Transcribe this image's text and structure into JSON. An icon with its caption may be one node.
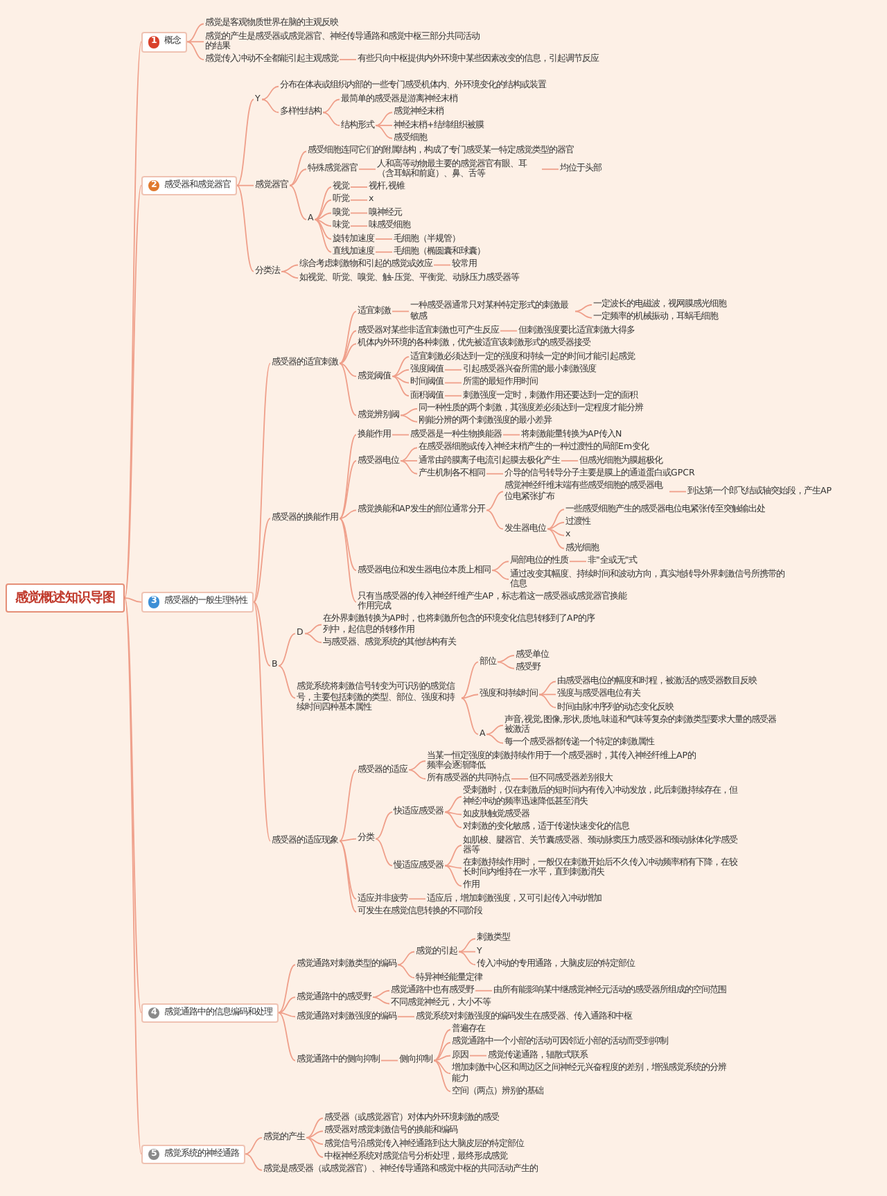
{
  "diagram": {
    "nodes": [
      {
        "text": [
          "感觉概述知识导图"
        ]
      },
      {
        "text": [
          "1",
          "概念"
        ]
      },
      {
        "text": [
          "感觉是客观物质世界在脑的主观反映"
        ]
      },
      {
        "text": [
          "感觉的产生是感受器或感觉器官、神经传导通路和感觉中枢三部分共同活动的结果"
        ]
      },
      {
        "text": [
          "感觉传入冲动不全都能引起主观感觉"
        ]
      },
      {
        "text": [
          "有些只向中枢提供内外环境中某些因素改变的信息，引起调节反应"
        ]
      },
      {
        "text": [
          "2",
          "感受器和感觉器官"
        ]
      },
      {
        "text": [
          "Y"
        ]
      },
      {
        "text": [
          "分布在体表或组织内部的一些专门感受机体内、外环境变化的结构或装置"
        ]
      },
      {
        "text": [
          "多样性结构"
        ]
      },
      {
        "text": [
          "最简单的感受器是游离神经末梢"
        ]
      },
      {
        "text": [
          "结构形式"
        ]
      },
      {
        "text": [
          "感觉神经末梢"
        ]
      },
      {
        "text": [
          "神经末梢+结缔组织被膜"
        ]
      },
      {
        "text": [
          "感受细胞"
        ]
      },
      {
        "text": [
          "感觉器官"
        ]
      },
      {
        "text": [
          "感受细胞连同它们的附属结构，构成了专门感受某一特定感觉类型的器官"
        ]
      },
      {
        "text": [
          "特殊感觉器官"
        ]
      },
      {
        "text": [
          "人和高等动物最主要的感觉器官有眼、耳（含耳蜗和前庭）、鼻、舌等"
        ]
      },
      {
        "text": [
          "均位于头部"
        ]
      },
      {
        "text": [
          "A"
        ]
      },
      {
        "text": [
          "视觉"
        ]
      },
      {
        "text": [
          "视杆,视锥"
        ]
      },
      {
        "text": [
          "听觉"
        ]
      },
      {
        "text": [
          "x"
        ]
      },
      {
        "text": [
          "嗅觉"
        ]
      },
      {
        "text": [
          "嗅神经元"
        ]
      },
      {
        "text": [
          "味觉"
        ]
      },
      {
        "text": [
          "味感受细胞"
        ]
      },
      {
        "text": [
          "旋转加速度"
        ]
      },
      {
        "text": [
          "毛细胞（半规管）"
        ]
      },
      {
        "text": [
          "直线加速度"
        ]
      },
      {
        "text": [
          "毛细胞（椭圆囊和球囊）"
        ]
      },
      {
        "text": [
          "分类法"
        ]
      },
      {
        "text": [
          "综合考虑刺激物和引起的感觉或效应"
        ]
      },
      {
        "text": [
          "较常用"
        ]
      },
      {
        "text": [
          "如视觉、听觉、嗅觉、触-压觉、平衡觉、动脉压力感受器等"
        ]
      },
      {
        "text": [
          "3",
          "感受器的一般生理特性"
        ]
      },
      {
        "text": [
          "感受器的适宜刺激"
        ]
      },
      {
        "text": [
          "适宜刺激"
        ]
      },
      {
        "text": [
          "一种感受器通常只对某种特定形式的刺激最敏感"
        ]
      },
      {
        "text": [
          "一定波长的电磁波，视网膜感光细胞"
        ]
      },
      {
        "text": [
          "一定频率的机械振动，耳蜗毛细胞"
        ]
      },
      {
        "text": [
          "感受器对某些非适宜刺激也可产生反应"
        ]
      },
      {
        "text": [
          "但刺激强度要比适宜刺激大得多"
        ]
      },
      {
        "text": [
          "机体内外环境的各种刺激，优先被适宜该刺激形式的感受器接受"
        ]
      },
      {
        "text": [
          "感觉阈值"
        ]
      },
      {
        "text": [
          "适宜刺激必须达到一定的强度和持续一定的时间才能引起感觉"
        ]
      },
      {
        "text": [
          "强度阈值"
        ]
      },
      {
        "text": [
          "引起感受器兴奋所需的最小刺激强度"
        ]
      },
      {
        "text": [
          "时间阈值"
        ]
      },
      {
        "text": [
          "所需的最短作用时间"
        ]
      },
      {
        "text": [
          "面积阈值"
        ]
      },
      {
        "text": [
          "刺激强度一定时，刺激作用还要达到一定的面积"
        ]
      },
      {
        "text": [
          "感觉辨别阈"
        ]
      },
      {
        "text": [
          "同一种性质的两个刺激，其强度差必须达到一定程度才能分辨"
        ]
      },
      {
        "text": [
          "刚能分辨的两个刺激强度的最小差异"
        ]
      },
      {
        "text": [
          "感受器的换能作用"
        ]
      },
      {
        "text": [
          "换能作用"
        ]
      },
      {
        "text": [
          "感受器是一种生物换能器"
        ]
      },
      {
        "text": [
          "将刺激能量转换为AP传入N"
        ]
      },
      {
        "text": [
          "感受器电位"
        ]
      },
      {
        "text": [
          "在感受器细胞或传入神经末梢产生的一种过渡性的局部Em变化"
        ]
      },
      {
        "text": [
          "通常由跨膜离子电流引起膜去极化产生"
        ]
      },
      {
        "text": [
          "但感光细胞为膜超极化"
        ]
      },
      {
        "text": [
          "产生机制各不相同"
        ]
      },
      {
        "text": [
          "介导的信号转导分子主要是膜上的通道蛋白或GPCR"
        ]
      },
      {
        "text": [
          "感觉换能和AP发生的部位通常分开"
        ]
      },
      {
        "text": [
          "感觉神经纤维末端有些感受细胞的感受器电位电紧张扩布"
        ]
      },
      {
        "text": [
          "到达第一个郎飞结或轴突始段，产生AP"
        ]
      },
      {
        "text": [
          "发生器电位"
        ]
      },
      {
        "text": [
          "一些感受细胞产生的感受器电位电紧张传至突触输出处"
        ]
      },
      {
        "text": [
          "过渡性"
        ]
      },
      {
        "text": [
          "x"
        ]
      },
      {
        "text": [
          "感光细胞"
        ]
      },
      {
        "text": [
          "感受器电位和发生器电位本质上相同"
        ]
      },
      {
        "text": [
          "局部电位的性质"
        ]
      },
      {
        "text": [
          "非\"全或无\"式"
        ]
      },
      {
        "text": [
          "通过改变其幅度、持续时间和波动方向，真实地转导外界刺激信号所携带的信息"
        ]
      },
      {
        "text": [
          "只有当感受器的传入神经纤维产生AP，标志着这一感受器或感觉器官换能作用完成"
        ]
      },
      {
        "text": [
          "B"
        ]
      },
      {
        "text": [
          "D"
        ]
      },
      {
        "text": [
          "在外界刺激转换为AP时，也将刺激所包含的环境变化信息转移到了AP的序列中，起信息的转移作用"
        ]
      },
      {
        "text": [
          "与感受器、感觉系统的其他结构有关"
        ]
      },
      {
        "text": [
          "感觉系统将刺激信号转变为可识别的感觉信号，主要包括刺激的类型、部位、强度和持续时间四种基本属性"
        ]
      },
      {
        "text": [
          "部位"
        ]
      },
      {
        "text": [
          "感受单位"
        ]
      },
      {
        "text": [
          "感受野"
        ]
      },
      {
        "text": [
          "强度和持续时间"
        ]
      },
      {
        "text": [
          "由感受器电位的幅度和时程，被激活的感受器数目反映"
        ]
      },
      {
        "text": [
          "强度与感受器电位有关"
        ]
      },
      {
        "text": [
          "时间由脉冲序列的动态变化反映"
        ]
      },
      {
        "text": [
          "A"
        ]
      },
      {
        "text": [
          "声音,视觉,图像,形状,质地,味道和气味等复杂的刺激类型要求大量的感受器被激活"
        ]
      },
      {
        "text": [
          "每一个感受器都传递一个特定的刺激属性"
        ]
      },
      {
        "text": [
          "感受器的适应现象"
        ]
      },
      {
        "text": [
          "感受器的适应"
        ]
      },
      {
        "text": [
          "当某一恒定强度的刺激持续作用于一个感受器时，其传入神经纤维上AP的频率会逐渐降低"
        ]
      },
      {
        "text": [
          "所有感受器的共同特点"
        ]
      },
      {
        "text": [
          "但不同感受器差别很大"
        ]
      },
      {
        "text": [
          "分类"
        ]
      },
      {
        "text": [
          "快适应感受器"
        ]
      },
      {
        "text": [
          "受刺激时，仅在刺激后的短时间内有传入冲动发放，此后刺激持续存在，但神经冲动的频率迅速降低甚至消失"
        ]
      },
      {
        "text": [
          "如皮肤触觉感受器"
        ]
      },
      {
        "text": [
          "对刺激的变化敏感，适于传递快速变化的信息"
        ]
      },
      {
        "text": [
          "慢适应感受器"
        ]
      },
      {
        "text": [
          "如肌梭、腱器官、关节囊感受器、颈动脉窦压力感受器和颈动脉体化学感受器等"
        ]
      },
      {
        "text": [
          "在刺激持续作用时，一般仅在刺激开始后不久传入冲动频率稍有下降，在较长时间内维持在一水平，直到刺激消失"
        ]
      },
      {
        "text": [
          "作用"
        ]
      },
      {
        "text": [
          "适应并非疲劳"
        ]
      },
      {
        "text": [
          "适应后，增加刺激强度，又可引起传入冲动增加"
        ]
      },
      {
        "text": [
          "可发生在感觉信息转换的不同阶段"
        ]
      },
      {
        "text": [
          "4",
          "感觉通路中的信息编码和处理"
        ]
      },
      {
        "text": [
          "感觉通路对刺激类型的编码"
        ]
      },
      {
        "text": [
          "感觉的引起"
        ]
      },
      {
        "text": [
          "刺激类型"
        ]
      },
      {
        "text": [
          "Y"
        ]
      },
      {
        "text": [
          "传入冲动的专用通路，大脑皮层的特定部位"
        ]
      },
      {
        "text": [
          "特异神经能量定律"
        ]
      },
      {
        "text": [
          "感觉通路中的感受野"
        ]
      },
      {
        "text": [
          "感觉通路中也有感受野"
        ]
      },
      {
        "text": [
          "由所有能影响某中继感觉神经元活动的感受器所组成的空间范围"
        ]
      },
      {
        "text": [
          "不同感觉神经元，大小不等"
        ]
      },
      {
        "text": [
          "感觉通路对刺激强度的编码"
        ]
      },
      {
        "text": [
          "感觉系统对刺激强度的编码发生在感受器、传入通路和中枢"
        ]
      },
      {
        "text": [
          "感觉通路中的侧向抑制"
        ]
      },
      {
        "text": [
          "侧向抑制"
        ]
      },
      {
        "text": [
          "普遍存在"
        ]
      },
      {
        "text": [
          "感觉通路中一个小部的活动可因邻近小部的活动而受到抑制"
        ]
      },
      {
        "text": [
          "原因"
        ]
      },
      {
        "text": [
          "感觉传递通路，辐散式联系"
        ]
      },
      {
        "text": [
          "增加刺激中心区和周边区之间神经元兴奋程度的差别，增强感觉系统的分辨能力"
        ]
      },
      {
        "text": [
          "空间（两点）辨别的基础"
        ]
      },
      {
        "text": [
          "5",
          "感觉系统的神经通路"
        ]
      },
      {
        "text": [
          "感觉的产生"
        ]
      },
      {
        "text": [
          "感受器（或感觉器官）对体内外环境刺激的感受"
        ]
      },
      {
        "text": [
          "感受器对感觉刺激信号的换能和编码"
        ]
      },
      {
        "text": [
          "感觉信号沿感觉传入神经通路到达大脑皮层的特定部位"
        ]
      },
      {
        "text": [
          "中枢神经系统对感觉信号分析处理，最终形成感觉"
        ]
      },
      {
        "text": [
          "感觉是感受器（或感觉器官）、神经传导通路和感觉中枢的共同活动产生的"
        ]
      }
    ],
    "edges": [
      {
        "from": 0,
        "to": 1,
        "arrow": "none"
      },
      {
        "from": 1,
        "to": 2,
        "arrow": "none"
      },
      {
        "from": 1,
        "to": 3,
        "arrow": "none"
      },
      {
        "from": 1,
        "to": 4,
        "arrow": "none"
      },
      {
        "from": 4,
        "to": 5,
        "arrow": "none"
      },
      {
        "from": 0,
        "to": 6,
        "arrow": "none"
      },
      {
        "from": 6,
        "to": 7,
        "arrow": "none"
      },
      {
        "from": 7,
        "to": 8,
        "arrow": "none"
      },
      {
        "from": 7,
        "to": 9,
        "arrow": "none"
      },
      {
        "from": 9,
        "to": 10,
        "arrow": "none"
      },
      {
        "from": 9,
        "to": 11,
        "arrow": "none"
      },
      {
        "from": 11,
        "to": 12,
        "arrow": "none"
      },
      {
        "from": 11,
        "to": 13,
        "arrow": "none"
      },
      {
        "from": 11,
        "to": 14,
        "arrow": "none"
      },
      {
        "from": 6,
        "to": 15,
        "arrow": "none"
      },
      {
        "from": 15,
        "to": 16,
        "arrow": "none"
      },
      {
        "from": 15,
        "to": 17,
        "arrow": "none"
      },
      {
        "from": 17,
        "to": 18,
        "arrow": "none"
      },
      {
        "from": 18,
        "to": 19,
        "arrow": "none"
      },
      {
        "from": 15,
        "to": 20,
        "arrow": "none"
      },
      {
        "from": 20,
        "to": 21,
        "arrow": "none"
      },
      {
        "from": 21,
        "to": 22,
        "arrow": "none"
      },
      {
        "from": 20,
        "to": 23,
        "arrow": "none"
      },
      {
        "from": 23,
        "to": 24,
        "arrow": "none"
      },
      {
        "from": 20,
        "to": 25,
        "arrow": "none"
      },
      {
        "from": 25,
        "to": 26,
        "arrow": "none"
      },
      {
        "from": 20,
        "to": 27,
        "arrow": "none"
      },
      {
        "from": 27,
        "to": 28,
        "arrow": "none"
      },
      {
        "from": 20,
        "to": 29,
        "arrow": "none"
      },
      {
        "from": 29,
        "to": 30,
        "arrow": "none"
      },
      {
        "from": 20,
        "to": 31,
        "arrow": "none"
      },
      {
        "from": 31,
        "to": 32,
        "arrow": "none"
      },
      {
        "from": 6,
        "to": 33,
        "arrow": "none"
      },
      {
        "from": 33,
        "to": 34,
        "arrow": "none"
      },
      {
        "from": 34,
        "to": 35,
        "arrow": "none"
      },
      {
        "from": 33,
        "to": 36,
        "arrow": "none"
      },
      {
        "from": 0,
        "to": 37,
        "arrow": "none"
      },
      {
        "from": 37,
        "to": 38,
        "arrow": "none"
      },
      {
        "from": 38,
        "to": 39,
        "arrow": "none"
      },
      {
        "from": 39,
        "to": 40,
        "arrow": "none"
      },
      {
        "from": 40,
        "to": 41,
        "arrow": "none"
      },
      {
        "from": 40,
        "to": 42,
        "arrow": "none"
      },
      {
        "from": 38,
        "to": 43,
        "arrow": "none"
      },
      {
        "from": 43,
        "to": 44,
        "arrow": "none"
      },
      {
        "from": 38,
        "to": 45,
        "arrow": "none"
      },
      {
        "from": 38,
        "to": 46,
        "arrow": "none"
      },
      {
        "from": 46,
        "to": 47,
        "arrow": "none"
      },
      {
        "from": 46,
        "to": 48,
        "arrow": "none"
      },
      {
        "from": 48,
        "to": 49,
        "arrow": "none"
      },
      {
        "from": 46,
        "to": 50,
        "arrow": "none"
      },
      {
        "from": 50,
        "to": 51,
        "arrow": "none"
      },
      {
        "from": 46,
        "to": 52,
        "arrow": "none"
      },
      {
        "from": 52,
        "to": 53,
        "arrow": "none"
      },
      {
        "from": 38,
        "to": 54,
        "arrow": "none"
      },
      {
        "from": 54,
        "to": 55,
        "arrow": "none"
      },
      {
        "from": 54,
        "to": 56,
        "arrow": "none"
      },
      {
        "from": 37,
        "to": 57,
        "arrow": "none"
      },
      {
        "from": 57,
        "to": 58,
        "arrow": "none"
      },
      {
        "from": 58,
        "to": 59,
        "arrow": "none"
      },
      {
        "from": 59,
        "to": 60,
        "arrow": "none"
      },
      {
        "from": 57,
        "to": 61,
        "arrow": "none"
      },
      {
        "from": 61,
        "to": 62,
        "arrow": "none"
      },
      {
        "from": 61,
        "to": 63,
        "arrow": "none"
      },
      {
        "from": 63,
        "to": 64,
        "arrow": "none"
      },
      {
        "from": 61,
        "to": 65,
        "arrow": "none"
      },
      {
        "from": 65,
        "to": 66,
        "arrow": "none"
      },
      {
        "from": 57,
        "to": 67,
        "arrow": "none"
      },
      {
        "from": 67,
        "to": 68,
        "arrow": "none"
      },
      {
        "from": 68,
        "to": 69,
        "arrow": "none"
      },
      {
        "from": 67,
        "to": 70,
        "arrow": "none"
      },
      {
        "from": 70,
        "to": 71,
        "arrow": "none"
      },
      {
        "from": 70,
        "to": 72,
        "arrow": "none"
      },
      {
        "from": 70,
        "to": 73,
        "arrow": "none"
      },
      {
        "from": 70,
        "to": 74,
        "arrow": "none"
      },
      {
        "from": 57,
        "to": 75,
        "arrow": "none"
      },
      {
        "from": 75,
        "to": 76,
        "arrow": "none"
      },
      {
        "from": 76,
        "to": 77,
        "arrow": "none"
      },
      {
        "from": 75,
        "to": 78,
        "arrow": "none"
      },
      {
        "from": 57,
        "to": 79,
        "arrow": "none"
      },
      {
        "from": 37,
        "to": 80,
        "arrow": "none"
      },
      {
        "from": 80,
        "to": 81,
        "arrow": "none"
      },
      {
        "from": 81,
        "to": 82,
        "arrow": "none"
      },
      {
        "from": 81,
        "to": 83,
        "arrow": "none"
      },
      {
        "from": 80,
        "to": 84,
        "arrow": "none"
      },
      {
        "from": 84,
        "to": 85,
        "arrow": "none"
      },
      {
        "from": 85,
        "to": 86,
        "arrow": "none"
      },
      {
        "from": 85,
        "to": 87,
        "arrow": "none"
      },
      {
        "from": 84,
        "to": 88,
        "arrow": "none"
      },
      {
        "from": 88,
        "to": 89,
        "arrow": "none"
      },
      {
        "from": 88,
        "to": 90,
        "arrow": "none"
      },
      {
        "from": 88,
        "to": 91,
        "arrow": "none"
      },
      {
        "from": 84,
        "to": 92,
        "arrow": "none"
      },
      {
        "from": 92,
        "to": 93,
        "arrow": "none"
      },
      {
        "from": 92,
        "to": 94,
        "arrow": "none"
      },
      {
        "from": 37,
        "to": 95,
        "arrow": "none"
      },
      {
        "from": 95,
        "to": 96,
        "arrow": "none"
      },
      {
        "from": 96,
        "to": 97,
        "arrow": "none"
      },
      {
        "from": 96,
        "to": 98,
        "arrow": "none"
      },
      {
        "from": 98,
        "to": 99,
        "arrow": "none"
      },
      {
        "from": 95,
        "to": 100,
        "arrow": "none"
      },
      {
        "from": 100,
        "to": 101,
        "arrow": "none"
      },
      {
        "from": 101,
        "to": 102,
        "arrow": "none"
      },
      {
        "from": 101,
        "to": 103,
        "arrow": "none"
      },
      {
        "from": 101,
        "to": 104,
        "arrow": "none"
      },
      {
        "from": 100,
        "to": 105,
        "arrow": "none"
      },
      {
        "from": 105,
        "to": 106,
        "arrow": "none"
      },
      {
        "from": 105,
        "to": 107,
        "arrow": "none"
      },
      {
        "from": 105,
        "to": 108,
        "arrow": "none"
      },
      {
        "from": 95,
        "to": 109,
        "arrow": "none"
      },
      {
        "from": 109,
        "to": 110,
        "arrow": "none"
      },
      {
        "from": 95,
        "to": 111,
        "arrow": "none"
      },
      {
        "from": 0,
        "to": 112,
        "arrow": "none"
      },
      {
        "from": 112,
        "to": 113,
        "arrow": "none"
      },
      {
        "from": 113,
        "to": 114,
        "arrow": "none"
      },
      {
        "from": 114,
        "to": 115,
        "arrow": "none"
      },
      {
        "from": 114,
        "to": 116,
        "arrow": "none"
      },
      {
        "from": 114,
        "to": 117,
        "arrow": "none"
      },
      {
        "from": 113,
        "to": 118,
        "arrow": "none"
      },
      {
        "from": 112,
        "to": 119,
        "arrow": "none"
      },
      {
        "from": 119,
        "to": 120,
        "arrow": "none"
      },
      {
        "from": 120,
        "to": 121,
        "arrow": "none"
      },
      {
        "from": 119,
        "to": 122,
        "arrow": "none"
      },
      {
        "from": 112,
        "to": 123,
        "arrow": "none"
      },
      {
        "from": 123,
        "to": 124,
        "arrow": "none"
      },
      {
        "from": 112,
        "to": 125,
        "arrow": "none"
      },
      {
        "from": 125,
        "to": 126,
        "arrow": "none"
      },
      {
        "from": 126,
        "to": 127,
        "arrow": "none"
      },
      {
        "from": 126,
        "to": 128,
        "arrow": "none"
      },
      {
        "from": 126,
        "to": 129,
        "arrow": "none"
      },
      {
        "from": 129,
        "to": 130,
        "arrow": "none"
      },
      {
        "from": 126,
        "to": 131,
        "arrow": "none"
      },
      {
        "from": 126,
        "to": 132,
        "arrow": "none"
      },
      {
        "from": 0,
        "to": 133,
        "arrow": "none"
      },
      {
        "from": 133,
        "to": 134,
        "arrow": "none"
      },
      {
        "from": 134,
        "to": 135,
        "arrow": "none"
      },
      {
        "from": 134,
        "to": 136,
        "arrow": "none"
      },
      {
        "from": 134,
        "to": 137,
        "arrow": "none"
      },
      {
        "from": 134,
        "to": 138,
        "arrow": "none"
      },
      {
        "from": 133,
        "to": 139,
        "arrow": "none"
      }
    ]
  }
}
